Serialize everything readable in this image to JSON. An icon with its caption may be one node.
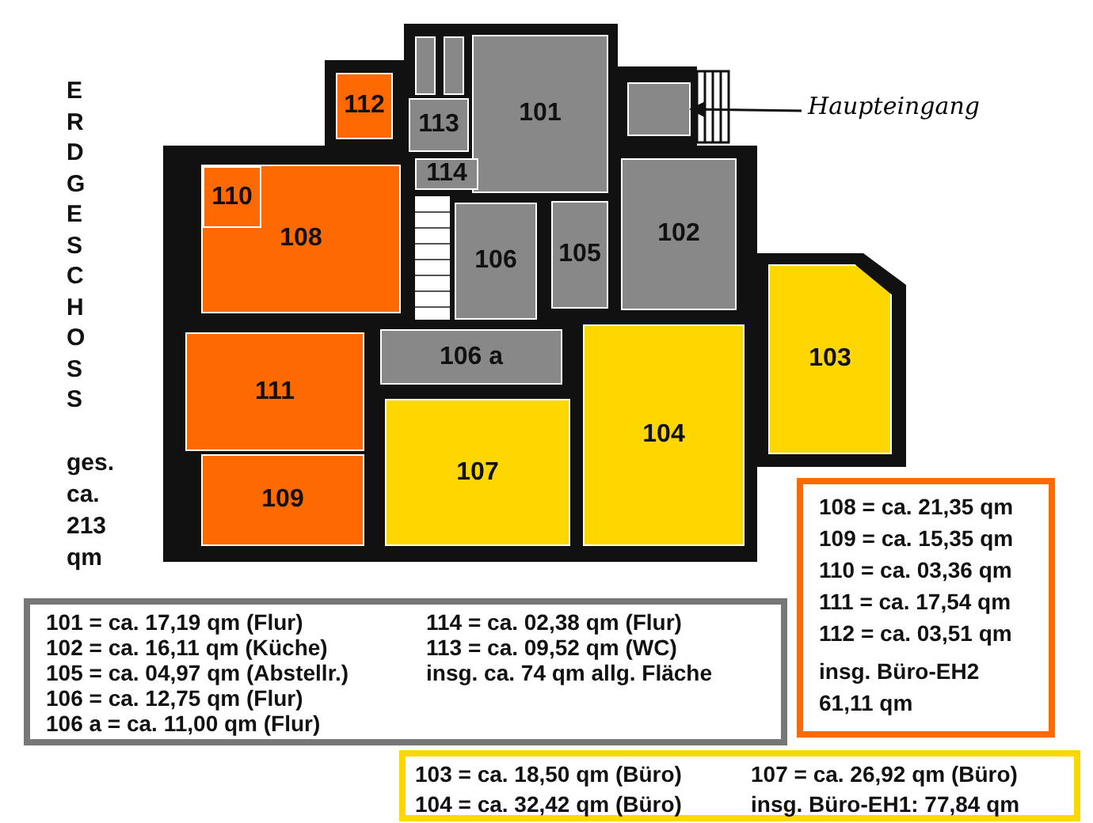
{
  "diagram": {
    "nodes": [
      {
        "text": [
          "Haupteingang"
        ]
      },
      {
        "text": [],
        "shape": "box"
      },
      {
        "text": [
          "112"
        ]
      },
      {
        "text": [],
        "shape": "box"
      },
      {
        "text": [],
        "shape": "box"
      },
      {
        "text": [
          "113"
        ]
      },
      {
        "text": [
          "101"
        ]
      },
      {
        "text": [
          "114"
        ]
      },
      {
        "text": [
          "110"
        ],
        "in": 9
      },
      {
        "text": [
          "108"
        ]
      },
      {
        "text": [
          "106"
        ]
      },
      {
        "text": [
          "105"
        ]
      },
      {
        "text": [
          "102"
        ]
      },
      {
        "text": [
          "106 a"
        ]
      },
      {
        "text": [
          "103"
        ]
      },
      {
        "text": [
          "111"
        ]
      },
      {
        "text": [
          "104"
        ]
      },
      {
        "text": [
          "107"
        ]
      },
      {
        "text": [
          "109"
        ]
      },
      {
        "text": [
          "101 = ca. 17,19 qm (Flur)",
          "114 = ca. 02,38 qm (Flur)",
          "102 = ca. 16,11 qm (Küche)",
          "113 = ca. 09,52 qm (WC)",
          "105 = ca. 04,97 qm (Abstellr.)",
          "insg. ca. 74 qm allg. Fläche",
          "106 = ca. 12,75 qm (Flur)",
          "106 a = ca. 11,00 qm (Flur)"
        ]
      },
      {
        "text": [
          "108 = ca. 21,35 qm",
          "109 = ca. 15,35 qm",
          "110 = ca. 03,36 qm",
          "111 = ca. 17,54 qm",
          "112 = ca. 03,51 qm",
          "insg. Büro-EH2 61,11 qm"
        ]
      },
      {
        "text": [
          "103 = ca. 18,50 qm (Büro)",
          "107 = ca. 26,92 qm (Büro)",
          "104 = ca. 32,42 qm (Büro)",
          "insg. Büro-EH1: 77,84 qm"
        ]
      }
    ],
    "edges": [
      {
        "from": 0,
        "to": 1,
        "arrow": "to"
      }
    ],
    "labels": [
      "ERDGESCHOSS",
      "ges. ca. 213 qm"
    ]
  }
}
